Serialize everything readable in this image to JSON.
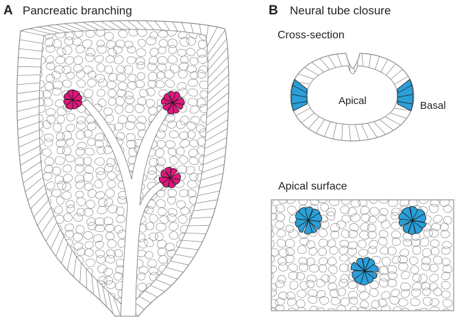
{
  "panel_a": {
    "letter": "A",
    "title": "Pancreatic branching"
  },
  "panel_b": {
    "letter": "B",
    "title": "Neural tube closure",
    "cross_section": {
      "label": "Cross-section",
      "apical_label": "Apical",
      "basal_label": "Basal"
    },
    "apical_surface": {
      "label": "Apical surface"
    }
  },
  "colors": {
    "outline": "#8c8c8c",
    "rosette_magenta": "#e0177c",
    "rosette_blue": "#2b9fd9",
    "rosette_edge": "#1a1a1a",
    "text": "#231f20"
  }
}
